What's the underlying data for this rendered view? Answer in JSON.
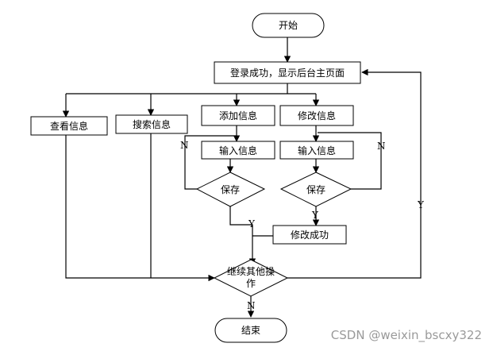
{
  "nodes": {
    "start": "开始",
    "login": "登录成功，显示后台主页面",
    "view": "查看信息",
    "search": "搜索信息",
    "add": "添加信息",
    "modify": "修改信息",
    "input_add": "输入信息",
    "input_modify": "输入信息",
    "save_add": "保存",
    "save_modify": "保存",
    "modify_success": "修改成功",
    "continue_line1": "继续其他操",
    "continue_line2": "作",
    "end": "结束"
  },
  "edge_labels": {
    "n_add": "N",
    "y_add": "Y",
    "n_modify": "N",
    "y_modify": "Y",
    "y_continue": "Y",
    "n_continue": "N"
  },
  "watermark": "CSDN @weixin_bscxy322"
}
